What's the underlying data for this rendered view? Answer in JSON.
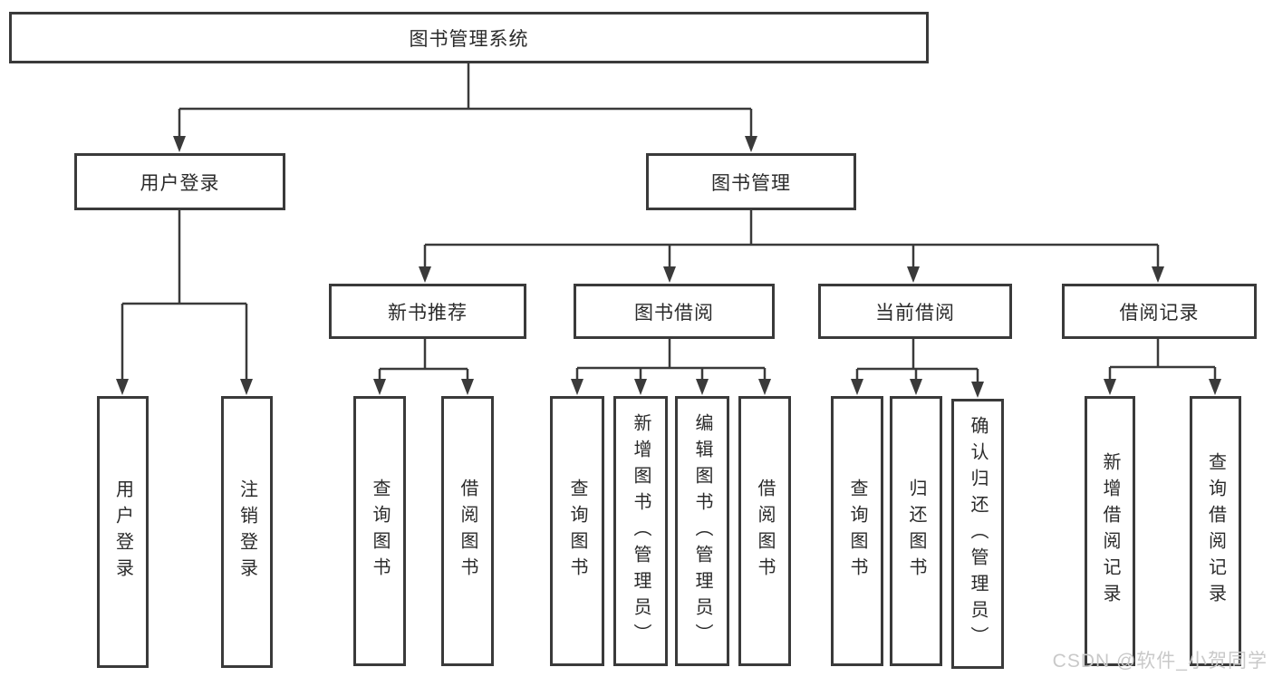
{
  "diagram": {
    "root": {
      "label": "图书管理系统"
    },
    "level2": [
      {
        "id": "user-login",
        "label": "用户登录"
      },
      {
        "id": "book-management",
        "label": "图书管理"
      }
    ],
    "level3": [
      {
        "id": "new-book-recommend",
        "label": "新书推荐",
        "parent": "图书管理"
      },
      {
        "id": "book-borrowing",
        "label": "图书借阅",
        "parent": "图书管理"
      },
      {
        "id": "current-borrowing",
        "label": "当前借阅",
        "parent": "图书管理"
      },
      {
        "id": "borrowing-records",
        "label": "借阅记录",
        "parent": "图书管理"
      }
    ],
    "leaves": [
      {
        "parent": "用户登录",
        "label": "用户登录"
      },
      {
        "parent": "用户登录",
        "label": "注销登录"
      },
      {
        "parent": "新书推荐",
        "label": "查询图书"
      },
      {
        "parent": "新书推荐",
        "label": "借阅图书"
      },
      {
        "parent": "图书借阅",
        "label": "查询图书"
      },
      {
        "parent": "图书借阅",
        "label": "新增图书（管理员）"
      },
      {
        "parent": "图书借阅",
        "label": "编辑图书（管理员）"
      },
      {
        "parent": "图书借阅",
        "label": "借阅图书"
      },
      {
        "parent": "当前借阅",
        "label": "查询图书"
      },
      {
        "parent": "当前借阅",
        "label": "归还图书"
      },
      {
        "parent": "当前借阅",
        "label": "确认归还（管理员）"
      },
      {
        "parent": "借阅记录",
        "label": "新增借阅记录"
      },
      {
        "parent": "借阅记录",
        "label": "查询借阅记录"
      }
    ]
  },
  "watermark": {
    "text": "CSDN @软件_小贺同学"
  },
  "colors": {
    "line": "#3a3a3a",
    "box_border": "#3a3a3a",
    "text": "#2b2b2b",
    "watermark": "#c9c9c9",
    "background": "#ffffff"
  }
}
